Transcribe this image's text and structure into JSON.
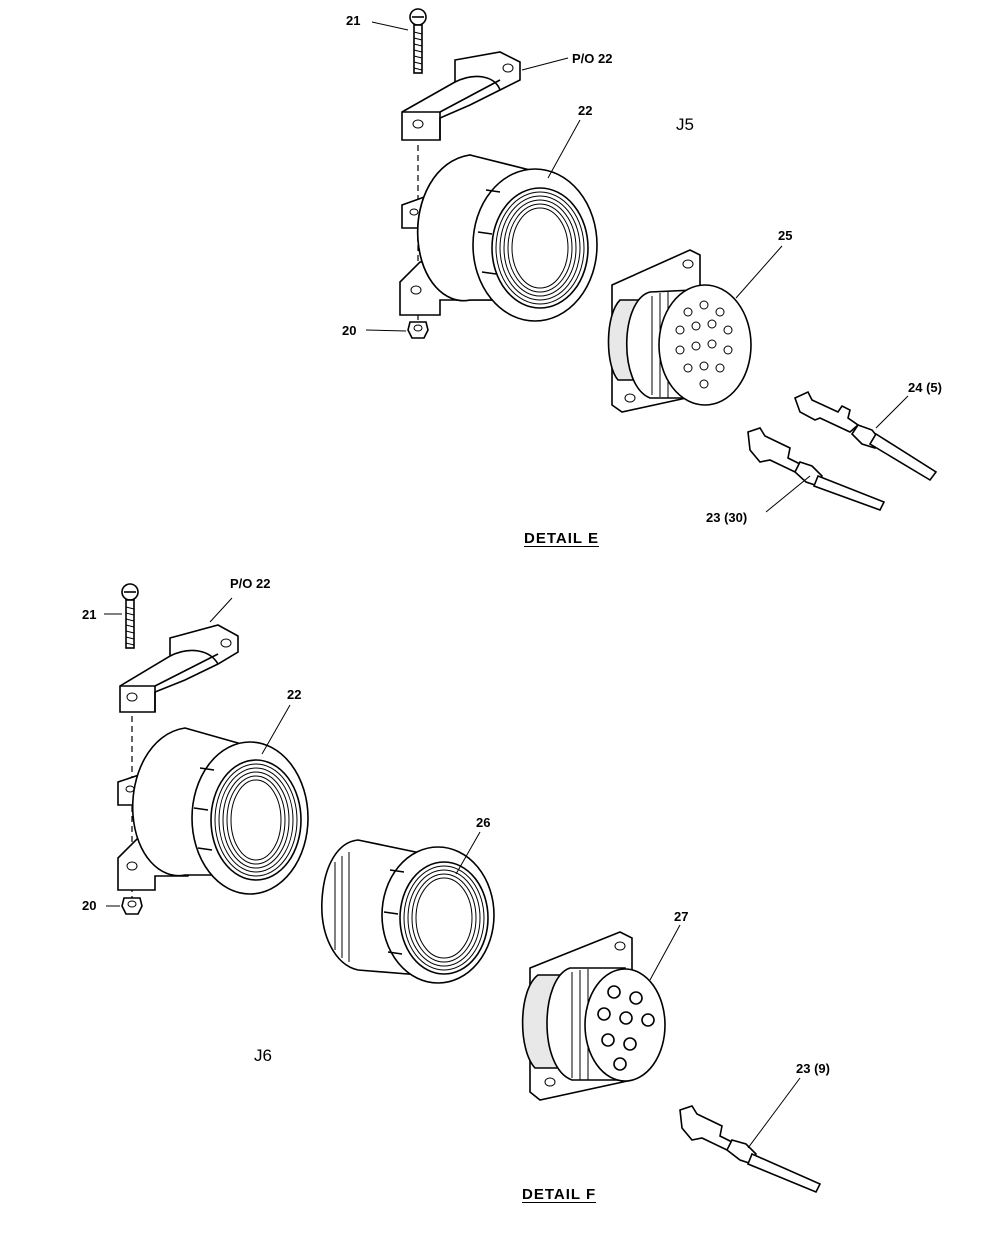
{
  "detail_e": {
    "title": "DETAIL E",
    "connector": "J5",
    "labels": {
      "screw": "21",
      "clamp_part": "P/O 22",
      "clamp": "22",
      "nut": "20",
      "connector": "25",
      "contact_a": "24 (5)",
      "contact_b": "23 (30)"
    }
  },
  "detail_f": {
    "title": "DETAIL F",
    "connector": "J6",
    "labels": {
      "screw": "21",
      "clamp_part": "P/O 22",
      "clamp": "22",
      "nut": "20",
      "adapter": "26",
      "connector": "27",
      "contact": "23 (9)"
    }
  }
}
